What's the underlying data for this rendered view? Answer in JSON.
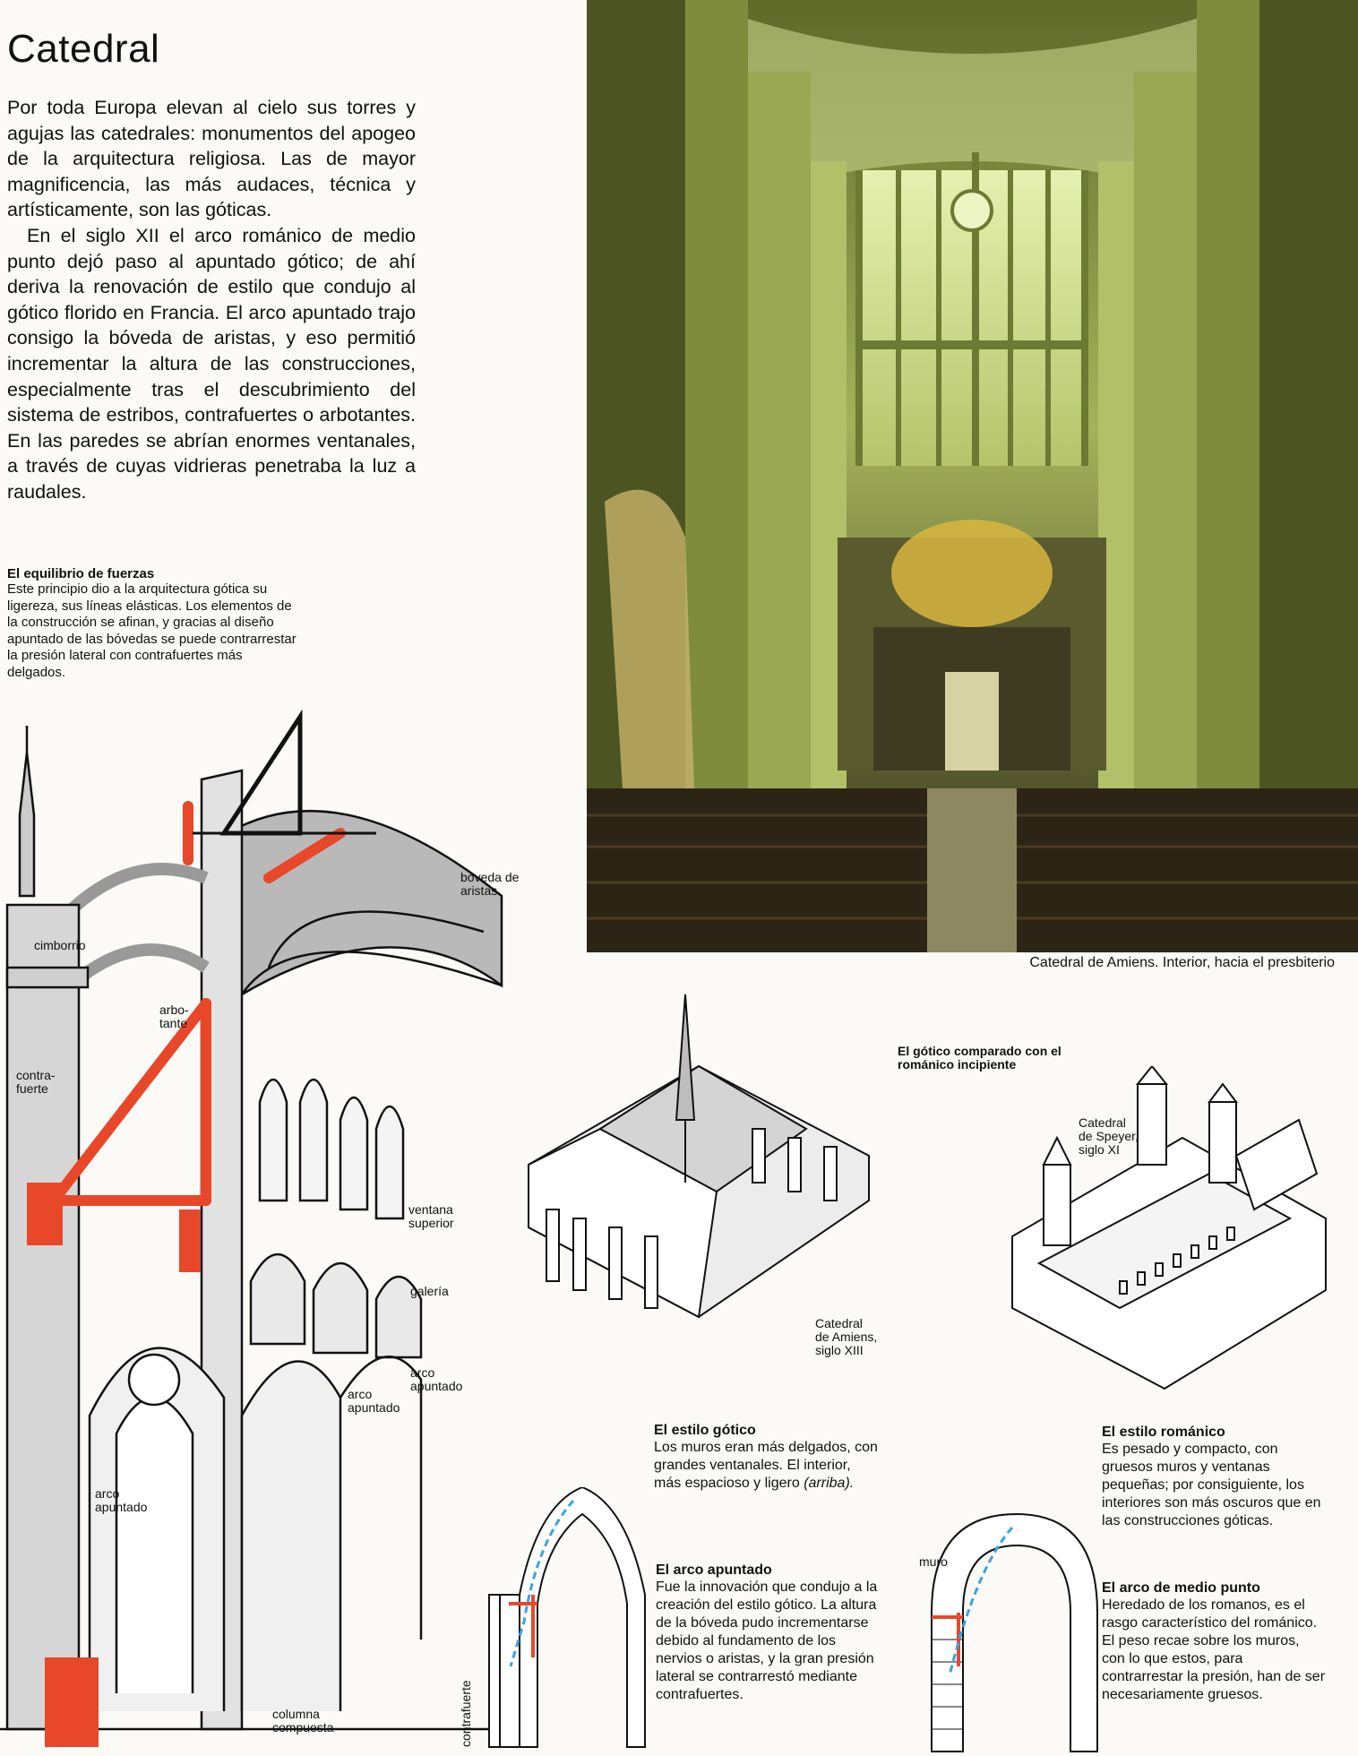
{
  "title": "Catedral",
  "intro": {
    "p1": "Por toda Europa elevan al cielo sus torres y agujas las catedrales: monumentos del apogeo de la arquitectura religiosa. Las de mayor magnificencia, las más audaces, técnica y artísticamente, son las góticas.",
    "p2": "En el siglo XII el arco románico de medio punto dejó paso al apuntado gótico; de ahí deriva la renovación de estilo que condujo al gótico florido en Francia. El arco apuntado trajo consigo la bóveda de aristas, y eso permitió incrementar la altura de las construcciones, especialmente tras el descubrimiento del sistema de estribos, contrafuertes o arbotantes. En las paredes se abrían enormes ventanales, a través de cuyas vidrieras penetraba la luz a raudales."
  },
  "photo": {
    "caption": "Catedral de Amiens. Interior, hacia el presbiterio"
  },
  "equilibrio": {
    "title": "El equilibrio de fuerzas",
    "body": "Este principio dio a la arquitectura gótica su ligereza, sus líneas elásticas. Los elementos de la construcción se afinan, y gracias al diseño apuntado de las bóvedas se puede contrarrestar la presión lateral con contrafuertes más delgados."
  },
  "cutaway_labels": {
    "boveda": [
      "bóveda de",
      "aristas"
    ],
    "cimborrio": "cimborrio",
    "arbotante": [
      "arbo-",
      "tante"
    ],
    "contrafuerte": [
      "contra-",
      "fuerte"
    ],
    "ventana": [
      "ventana",
      "superior"
    ],
    "galeria": "galería",
    "arco_right": [
      "arco",
      "apuntado"
    ],
    "arco_mid": [
      "arco",
      "apuntado"
    ],
    "arco_left": [
      "arco",
      "apuntado"
    ],
    "columna": [
      "columna",
      "compuesta"
    ]
  },
  "comparison": {
    "title": "El gótico comparado con el románico incipiente",
    "amiens_label": [
      "Catedral",
      "de Amiens,",
      "siglo XIII"
    ],
    "speyer_label": [
      "Catedral",
      "de Speyer,",
      "siglo XI"
    ]
  },
  "gotico": {
    "title": "El estilo gótico",
    "body": "Los muros eran más delgados, con grandes ventanales. El interior, más espacioso y ligero",
    "body_italic": "(arriba)."
  },
  "romanico": {
    "title": "El estilo románico",
    "body": "Es pesado y compacto, con gruesos muros y ventanas pequeñas; por consiguiente, los interiores son más oscuros que en las construcciones góticas."
  },
  "arco_apuntado": {
    "title": "El arco apuntado",
    "body": "Fue la innovación que condujo a la creación del estilo gótico. La altura de la bóveda pudo incrementarse debido al fundamento de los nervios o aristas, y la gran presión lateral se contrarrestó mediante contrafuertes.",
    "side_label": "contrafuerte"
  },
  "arco_medio": {
    "title": "El arco de medio punto",
    "body": "Heredado de los romanos, es el rasgo característico del románico. El peso recae sobre los muros, con lo que estos, para contrarrestar la presión, han de ser necesariamente gruesos.",
    "muro_label": "muro"
  },
  "colors": {
    "accent_red": "#e8472a",
    "arrow_blue": "#3aa3e0",
    "photo_green": "#8b9a3e"
  }
}
